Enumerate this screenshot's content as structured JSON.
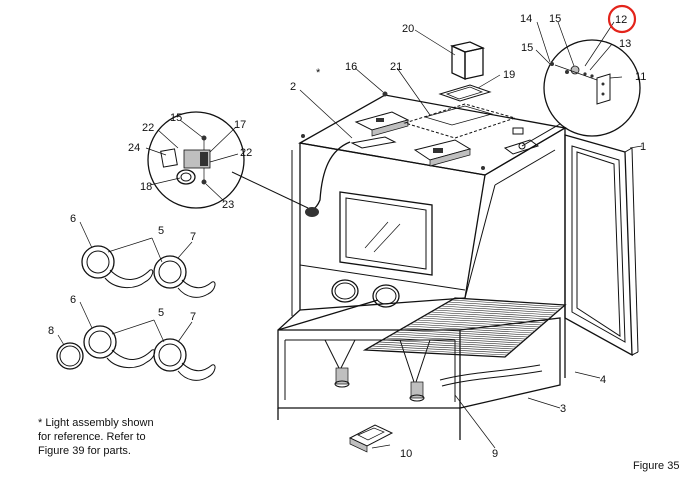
{
  "figure_label": "Figure 35",
  "note": {
    "line1": "* Light assembly shown",
    "line2": "for reference. Refer to",
    "line3": "Figure 39 for parts."
  },
  "callouts": {
    "n1": "1",
    "n2": "2",
    "n3": "3",
    "n4": "4",
    "n5a": "5",
    "n5b": "5",
    "n6a": "6",
    "n6b": "6",
    "n7a": "7",
    "n7b": "7",
    "n8": "8",
    "n9": "9",
    "n10": "10",
    "n11": "11",
    "n12": "12",
    "n13": "13",
    "n14": "14",
    "n15a": "15",
    "n15b": "15",
    "n15c": "15",
    "n16": "16",
    "n17": "17",
    "n18": "18",
    "n19": "19",
    "n20": "20",
    "n21": "21",
    "n22a": "22",
    "n22b": "22",
    "n23": "23",
    "n24": "24",
    "star": "*"
  },
  "highlight": {
    "callout": "12",
    "color": "#e3241b"
  },
  "colors": {
    "line": "#111111",
    "gray": "#bfbfbf"
  }
}
